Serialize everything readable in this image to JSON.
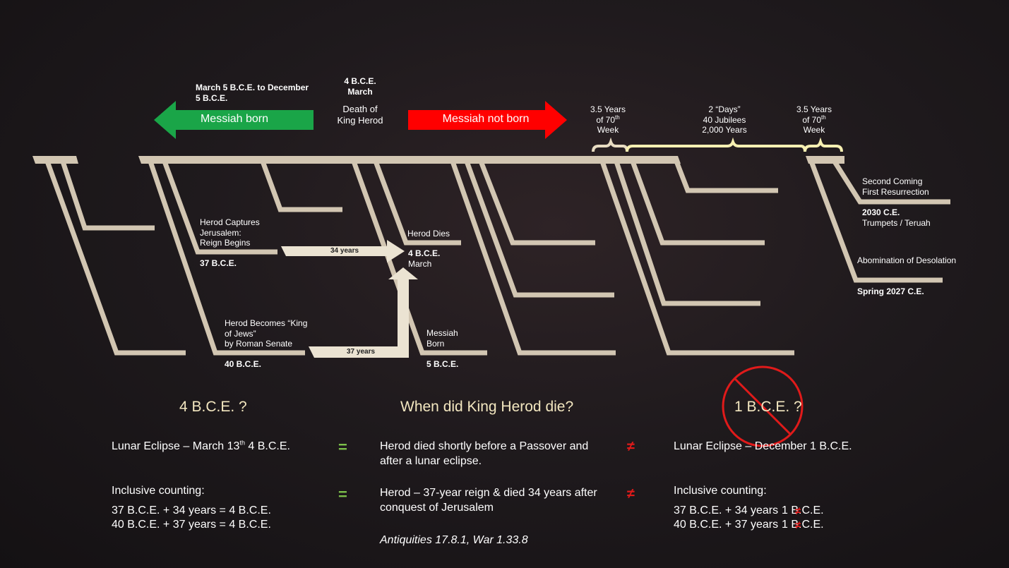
{
  "top": {
    "messiah_born_dates": "March 5 B.C.E. to December",
    "messiah_born_dates2": "5 B.C.E.",
    "messiah_born_label": "Messiah born",
    "herod_death_date1": "4 B.C.E.",
    "herod_death_date2": "March",
    "herod_death_label1": "Death of",
    "herod_death_label2": "King Herod",
    "messiah_not_born_label": "Messiah not born",
    "week_left": [
      "3.5 Years",
      "of 70",
      "th",
      "Week"
    ],
    "days_mid": [
      "2 “Days”",
      "40 Jubilees",
      "2,000 Years"
    ],
    "week_right": [
      "3.5 Years",
      "of 70",
      "th",
      "Week"
    ]
  },
  "diagram": {
    "herod_captures": [
      "Herod Captures",
      "Jerusalem:",
      "Reign Begins"
    ],
    "date_37": "37 B.C.E.",
    "years_34": "34 years",
    "herod_dies": "Herod Dies",
    "dies_date1": "4 B.C.E.",
    "dies_date2": "March",
    "herod_king": [
      "Herod Becomes “King",
      "of Jews”",
      "by Roman Senate"
    ],
    "date_40": "40 B.C.E.",
    "years_37": "37 years",
    "messiah_born": [
      "Messiah",
      "Born"
    ],
    "date_5": "5 B.C.E.",
    "second_coming": [
      "Second Coming",
      "First Resurrection"
    ],
    "date_2030": "2030 C.E.",
    "trumpets": "Trumpets / Teruah",
    "abomination": "Abomination of Desolation",
    "date_2027": "Spring 2027 C.E."
  },
  "bottom": {
    "left_heading": "4 B.C.E. ?",
    "center_heading": "When did King Herod die?",
    "right_heading": "1 B.C.E. ?",
    "row1_left_a": "Lunar Eclipse – March 13",
    "row1_left_sup": "th",
    "row1_left_b": " 4 B.C.E.",
    "row1_center": [
      "Herod died shortly before a Passover and",
      "after a lunar eclipse."
    ],
    "row1_right": "Lunar Eclipse – December 1 B.C.E.",
    "row2_left_title": "Inclusive counting:",
    "row2_left_lines": [
      "37 B.C.E.  + 34 years = 4 B.C.E.",
      "40 B.C.E. + 37 years = 4 B.C.E."
    ],
    "row2_center": [
      "Herod – 37-year reign & died 34 years after",
      "conquest of Jerusalem"
    ],
    "citation": "Antiquities 17.8.1, War 1.33.8",
    "row2_right_title": "Inclusive counting:",
    "row2_right_lines": [
      "37 B.C.E. + 34 years",
      "40 B.C.E. + 37 years"
    ],
    "row2_right_result": "1 B.C.E.",
    "eq_symbol": "=",
    "neq_symbol": "≠"
  },
  "colors": {
    "beam": "#d2c6b2",
    "green_arrow": "#1aa548",
    "red_arrow": "#ff0000",
    "brace_yellow": "#f7f0b2",
    "heading": "#f3e7c0",
    "eq": "#7cc04a",
    "neq": "#e01a1a"
  }
}
